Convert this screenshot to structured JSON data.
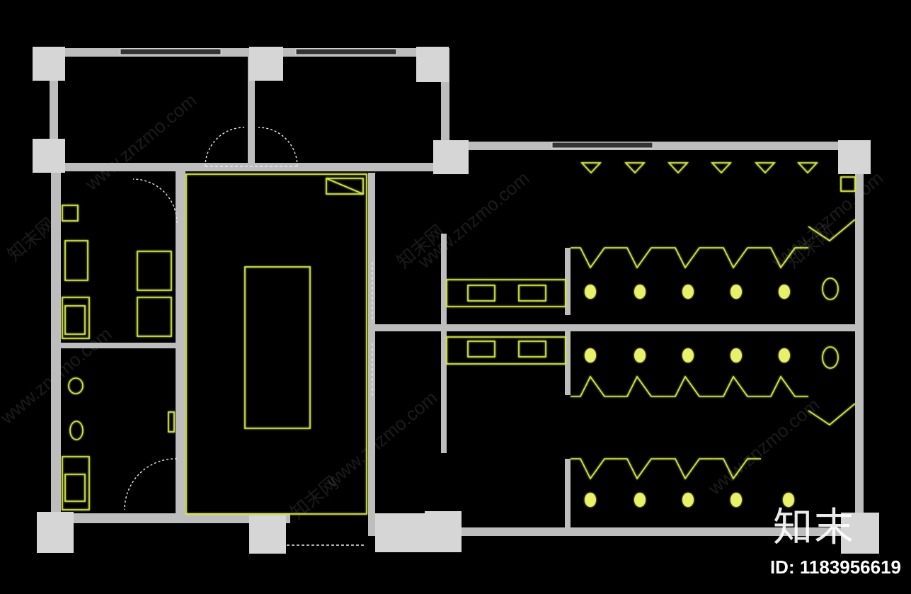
{
  "watermark": {
    "site": "www.znzmo.com",
    "brand_cn": "知末网"
  },
  "logo": {
    "text": "知末"
  },
  "id_label": "ID: 1183956619",
  "colors": {
    "background": "#000000",
    "walls": "#bdbdbd",
    "fixtures": "#d8e84a"
  }
}
